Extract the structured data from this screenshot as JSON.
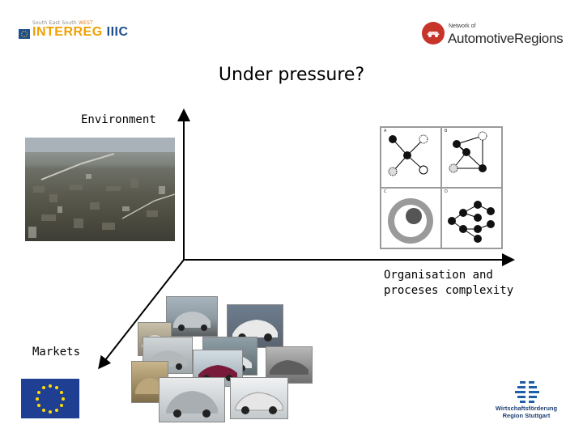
{
  "logos": {
    "interreg_top_left": "South East South",
    "interreg_top_right": "WEST",
    "interreg_main": "INTERREG",
    "interreg_suffix": "IIIC",
    "network_small": "Network of",
    "network_main_a": "Automotive",
    "network_main_b": "Regions",
    "stuttgart_line1": "Wirtschaftsförderung",
    "stuttgart_line2": "Region Stuttgart"
  },
  "slide": {
    "title": "Under pressure?",
    "axis_environment": "Environment",
    "axis_org_line1": "Organisation and",
    "axis_org_line2": "proceses complexity",
    "axis_markets": "Markets"
  },
  "diagram": {
    "panel_labels": [
      "A",
      "B",
      "C",
      "D"
    ]
  },
  "colors": {
    "interreg_orange": "#f0a000",
    "interreg_blue": "#1d4f8f",
    "network_red": "#c7342a",
    "eu_blue": "#1f3f93",
    "eu_star": "#ffdd00",
    "stuttgart_blue": "#1d3f73"
  }
}
